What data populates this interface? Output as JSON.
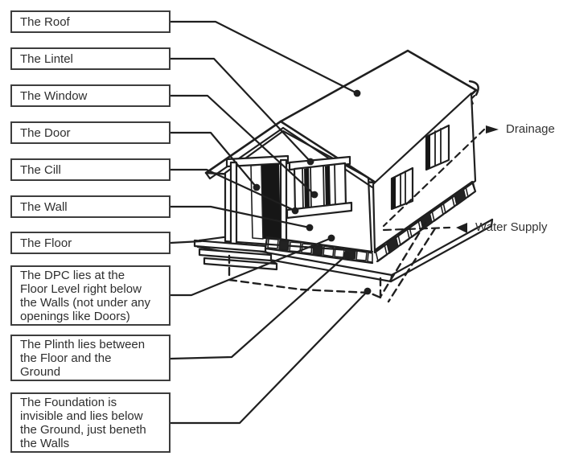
{
  "diagram": {
    "colors": {
      "ink": "#1f1f1f",
      "box_border": "#3d3d3d",
      "text": "#2e2e2e",
      "background": "#ffffff"
    },
    "labels": [
      {
        "id": "roof",
        "text": "The Roof"
      },
      {
        "id": "lintel",
        "text": "The Lintel"
      },
      {
        "id": "window",
        "text": "The Window"
      },
      {
        "id": "door",
        "text": "The Door"
      },
      {
        "id": "cill",
        "text": "The Cill"
      },
      {
        "id": "wall",
        "text": "The Wall"
      },
      {
        "id": "floor",
        "text": "The Floor"
      },
      {
        "id": "dpc",
        "text": "The DPC lies at the\nFloor Level right below\nthe Walls (not under any\nopenings like Doors)"
      },
      {
        "id": "plinth",
        "text": "The Plinth lies between\nthe Floor and the\nGround"
      },
      {
        "id": "foundation",
        "text": "The Foundation is\ninvisible and lies below\nthe Ground, just beneth\nthe Walls"
      }
    ],
    "side_annotations": {
      "drainage": "Drainage",
      "water_supply": "Water Supply"
    }
  }
}
